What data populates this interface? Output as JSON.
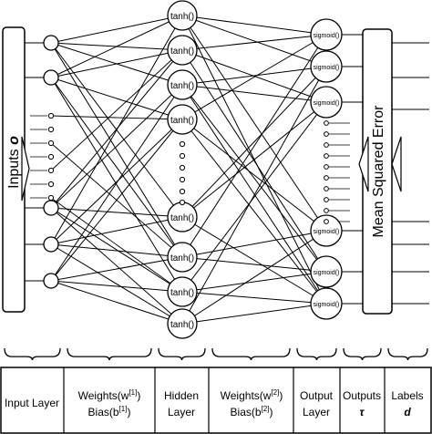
{
  "inputs_box": {
    "label": "Inputs ",
    "symbol": "o"
  },
  "mse_box": {
    "label": "Mean Squared Error"
  },
  "hidden_node_label": "tanh()",
  "output_node_label": "sigmoid()",
  "legend": {
    "input_layer": "Input Layer",
    "weights1_line1": "Weights(w",
    "weights1_sup": "[1]",
    "weights1_close": ")",
    "bias1_line2": "Bias(b",
    "bias1_sup": "[1]",
    "bias1_close": ")",
    "hidden_line1": "Hidden",
    "hidden_line2": "Layer",
    "weights2_line1": "Weights(w",
    "weights2_sup": "[2]",
    "weights2_close": ")",
    "bias2_line2": "Bias(b",
    "bias2_sup": "[2]",
    "bias2_close": ")",
    "output_line1": "Output",
    "output_line2": "Layer",
    "outputs_line1": "Outputs",
    "outputs_symbol": "τ",
    "labels_line1": "Labels",
    "labels_symbol": "d"
  }
}
